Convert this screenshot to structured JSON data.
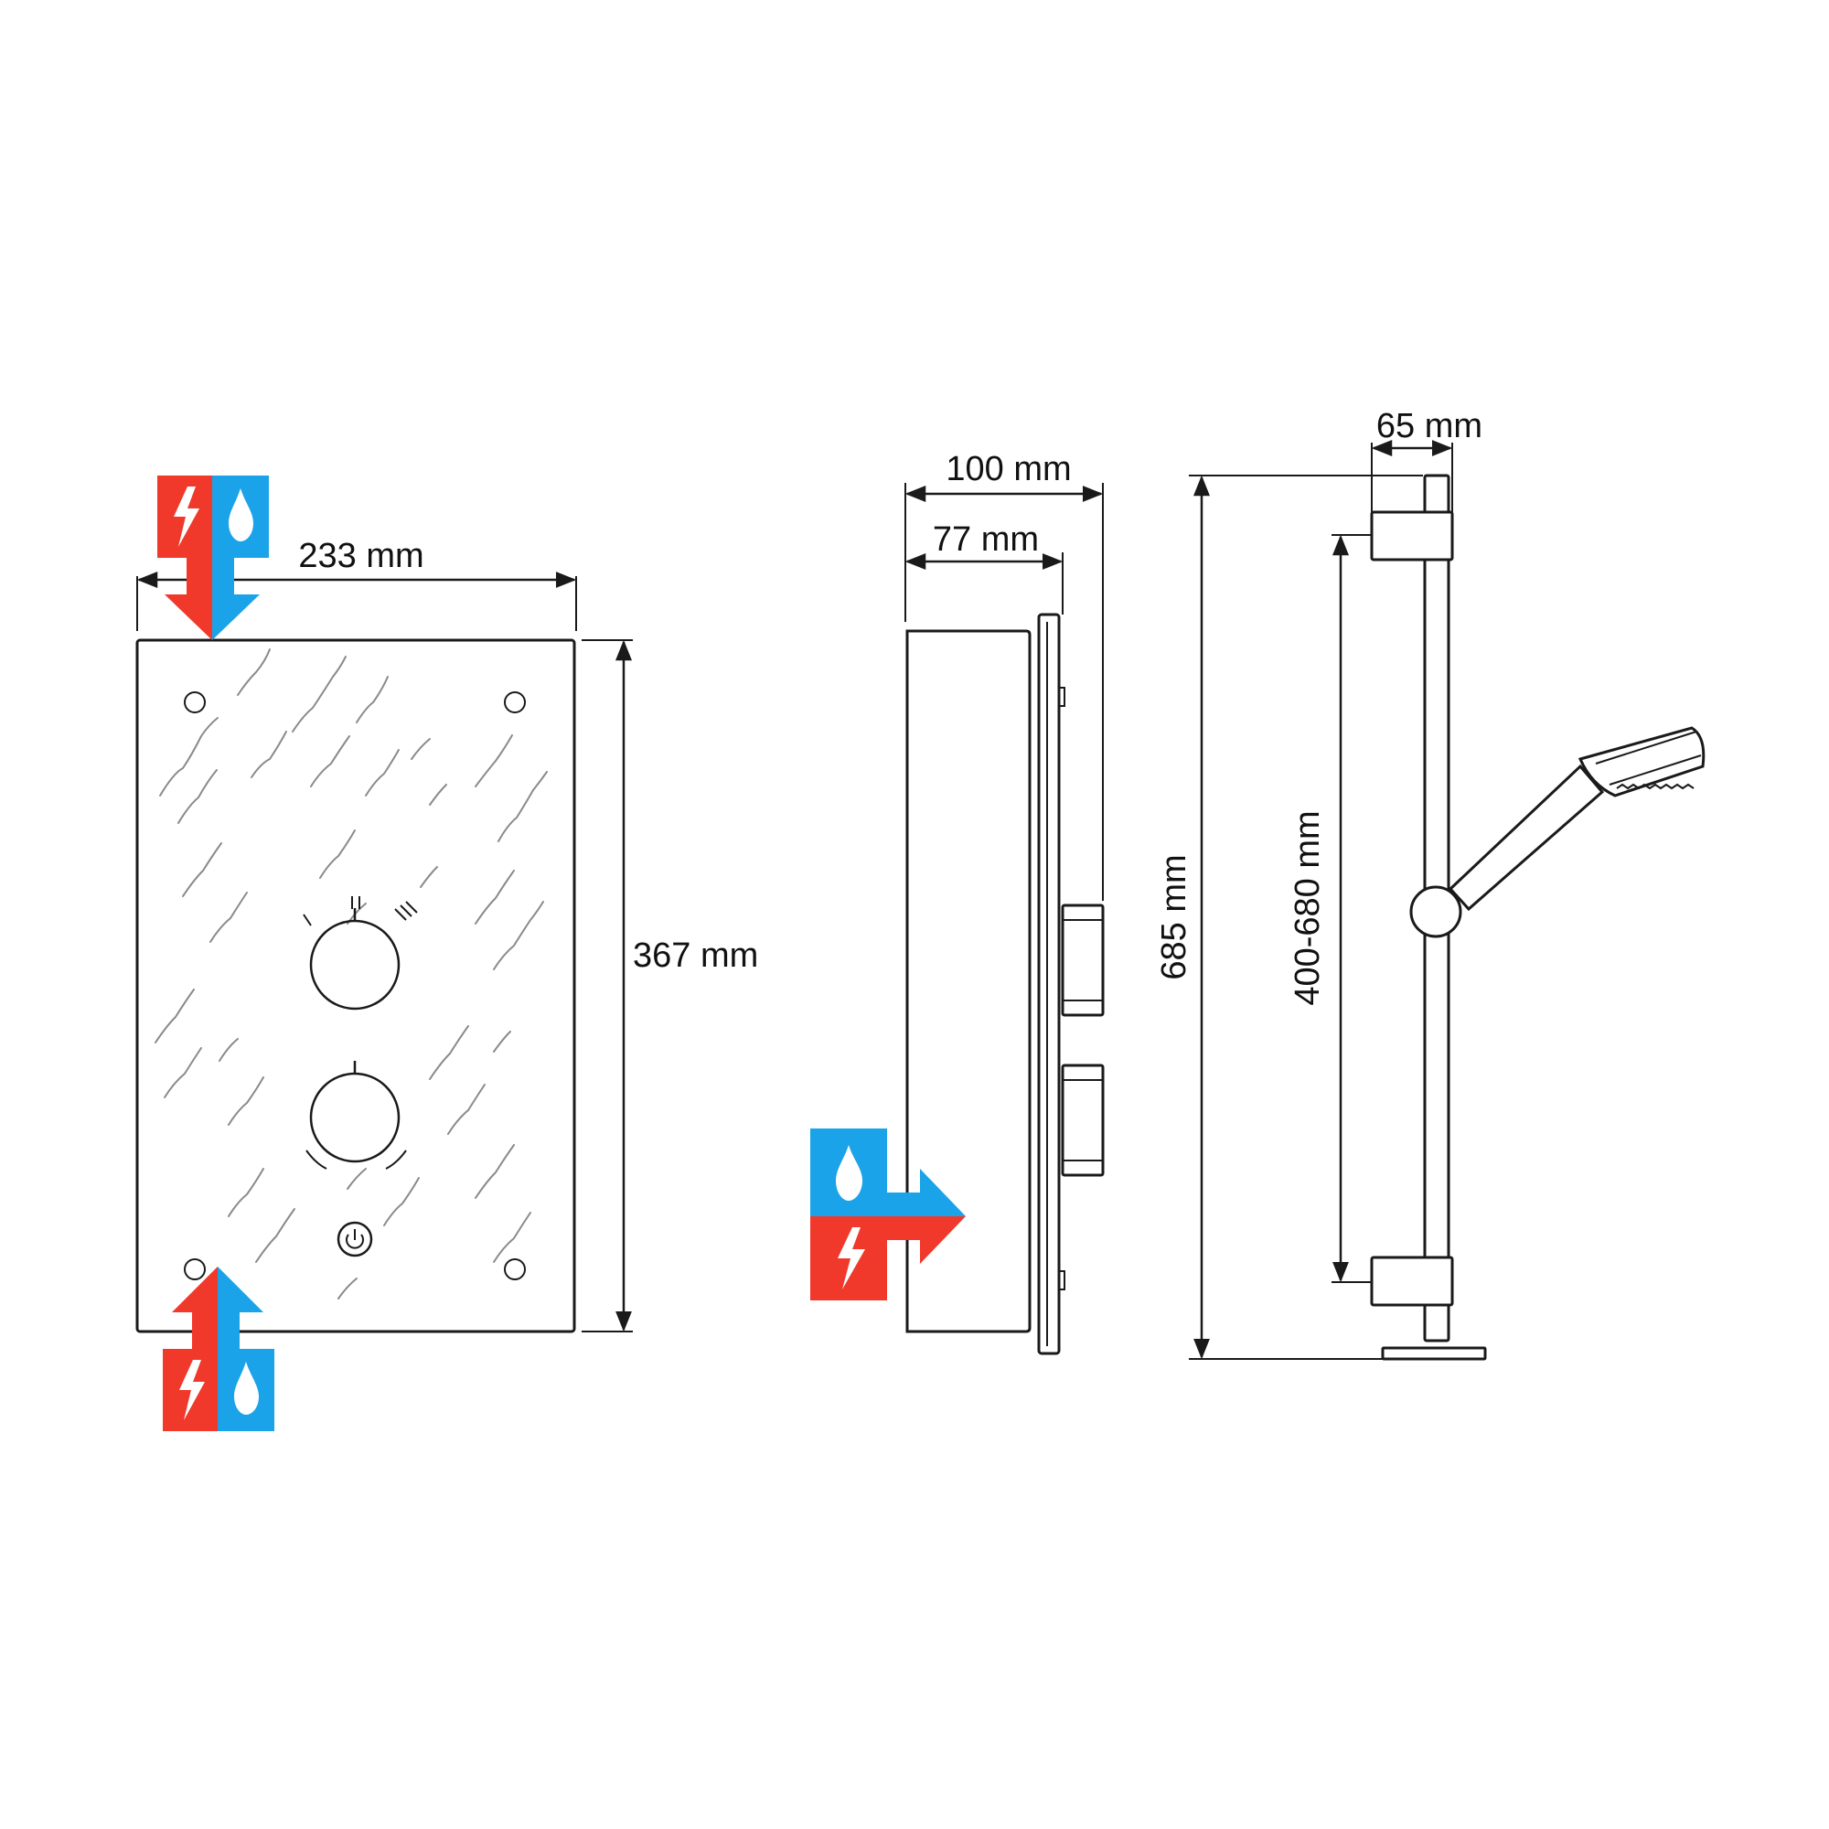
{
  "colors": {
    "power": "#f0392b",
    "water": "#1aa3e8",
    "line": "#1a1a1a",
    "texture": "#8a8a8a",
    "background": "#ffffff"
  },
  "icons": {
    "power_symbol": "lightning-bolt-icon",
    "water_symbol": "water-drop-icon",
    "switch_symbol": "power-button-icon"
  },
  "front_view": {
    "width_label": "233 mm",
    "height_label": "367 mm"
  },
  "side_view": {
    "depth_total_label": "100 mm",
    "depth_body_label": "77 mm"
  },
  "riser_rail": {
    "width_label": "65 mm",
    "height_label": "685 mm",
    "adjust_range_label": "400-680 mm"
  }
}
